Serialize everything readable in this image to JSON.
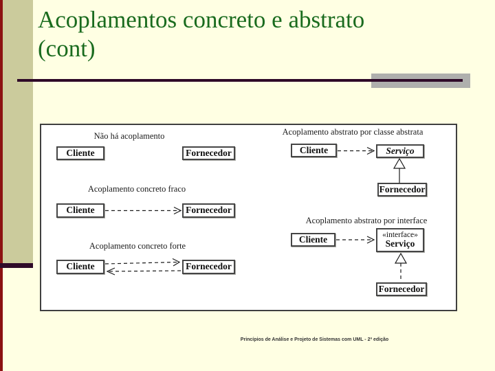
{
  "slide": {
    "title_line1": "Acoplamentos concreto e abstrato",
    "title_line2": "(cont)",
    "footer": "Princípios de Análise e Projeto de Sistemas com UML - 2ª edição"
  },
  "colors": {
    "background": "#FFFFE3",
    "left_band": "#CBCB9C",
    "left_edge_red": "#8C1212",
    "accent_dark_maroon": "#2F0A28",
    "accent_gray": "#AFAFAD",
    "title_green": "#1A6B1E"
  },
  "diagram": {
    "label_none": "Não há acoplamento",
    "label_weak": "Acoplamento concreto fraco",
    "label_strong": "Acoplamento concreto forte",
    "label_abstract": "Acoplamento abstrato por classe abstrata",
    "label_interface": "Acoplamento abstrato por interface",
    "cls_cliente": "Cliente",
    "cls_fornecedor": "Fornecedor",
    "cls_servico": "Serviço",
    "stereotype_interface": "«interface»"
  }
}
